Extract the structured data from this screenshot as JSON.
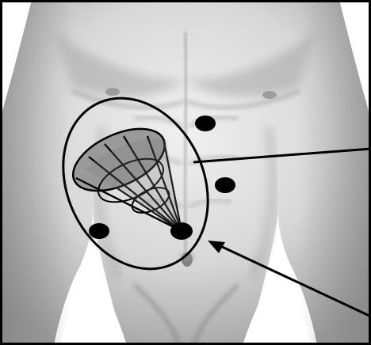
{
  "figure": {
    "subject": "anterior-torso-abdomen",
    "elements": {
      "port_markers": [
        "port-upper",
        "port-middle",
        "port-left",
        "port-apex"
      ],
      "highlight": "ellipse-region",
      "instrument": "conical-viewing-field",
      "pointers": [
        "pointer-upper-right",
        "pointer-lower-right"
      ]
    },
    "colors": {
      "outline": "#000000",
      "skin_light": "#e6e6e6",
      "skin_mid": "#bdbdbd",
      "skin_dark": "#7a7a7a",
      "cone_fill": "#8a8a8a",
      "frame": "#000000",
      "background": "#ffffff"
    }
  }
}
